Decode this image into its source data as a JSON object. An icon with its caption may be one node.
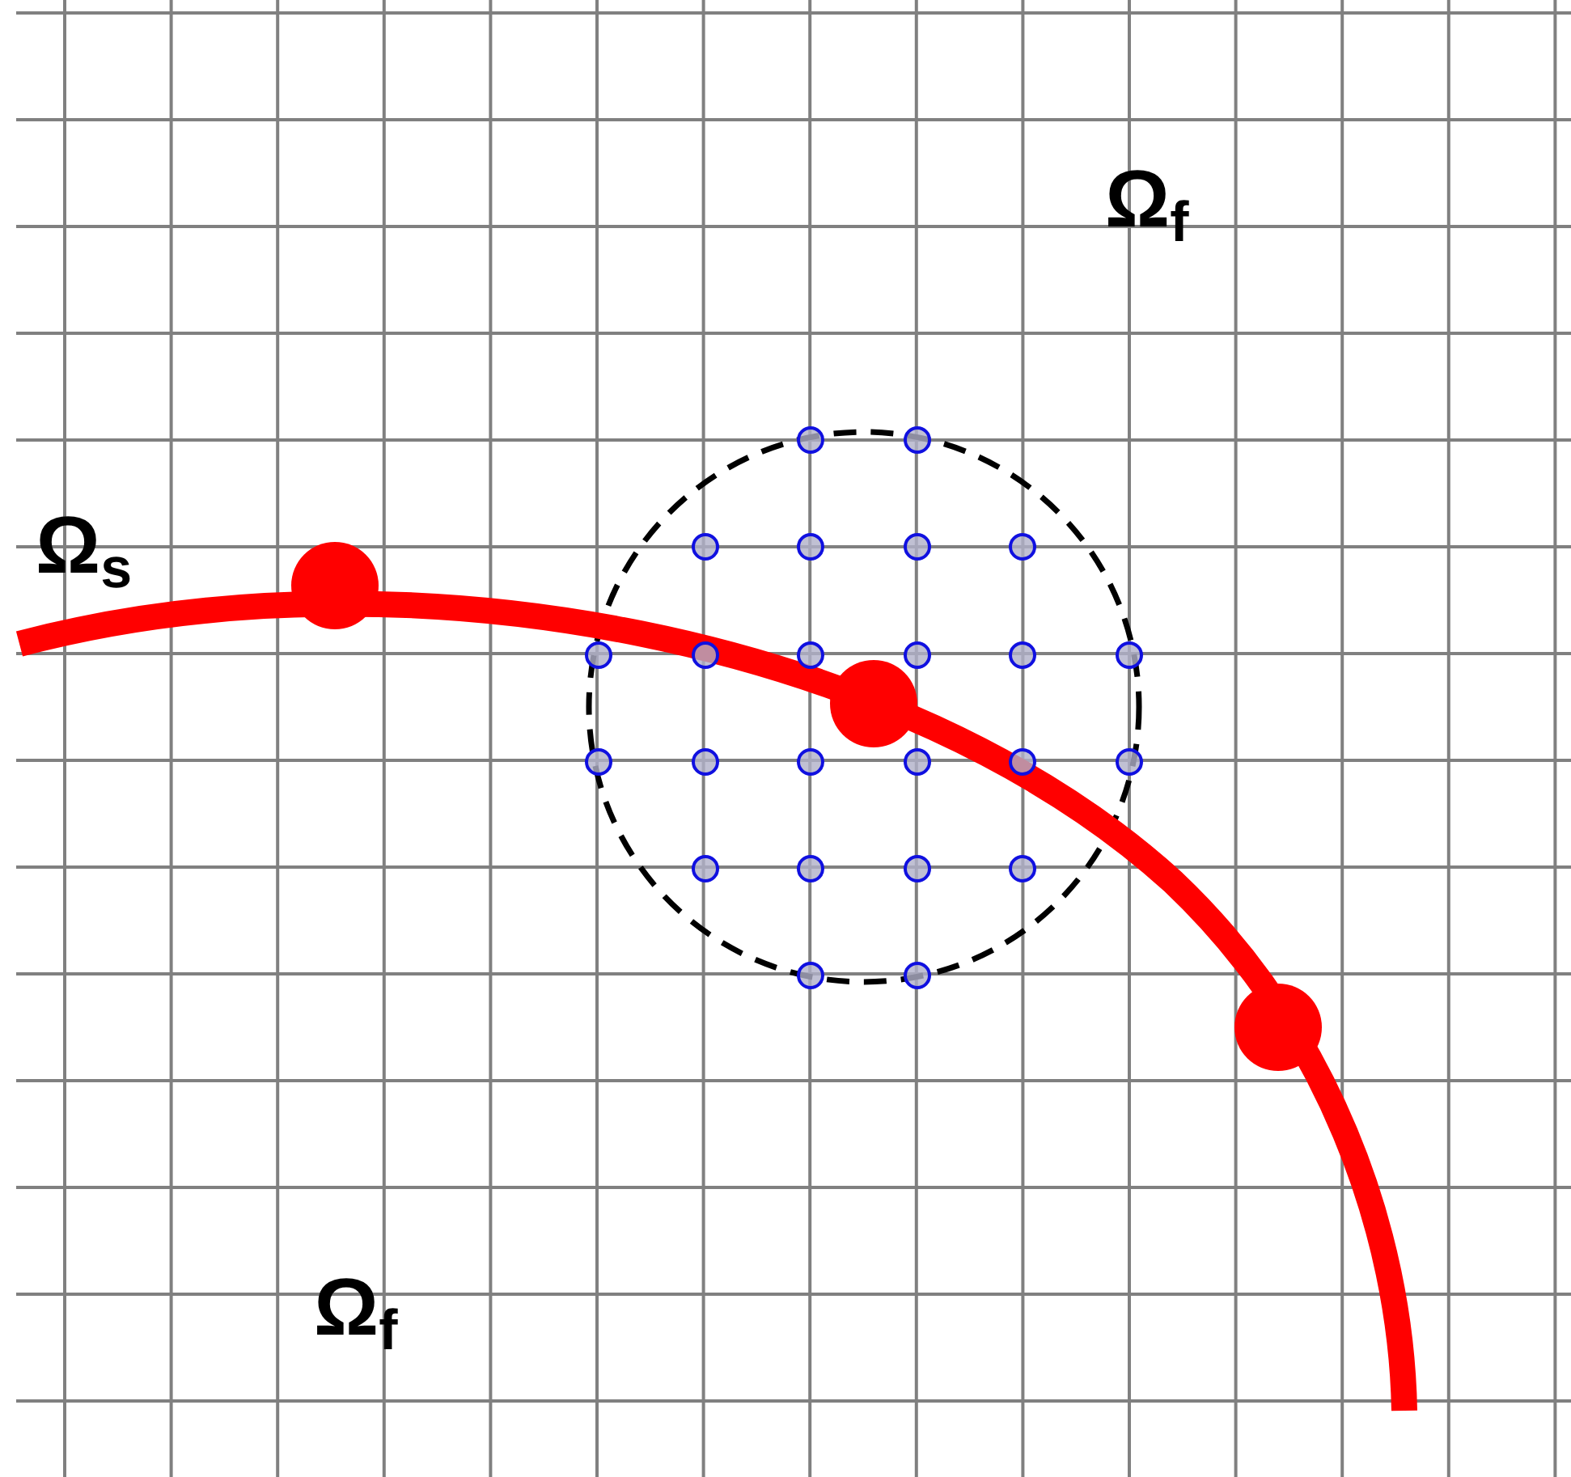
{
  "diagram": {
    "labels": [
      "Ω$_{f}$",
      "Ω$_{s}$",
      "Ω$_{f}$"
    ]
  }
}
